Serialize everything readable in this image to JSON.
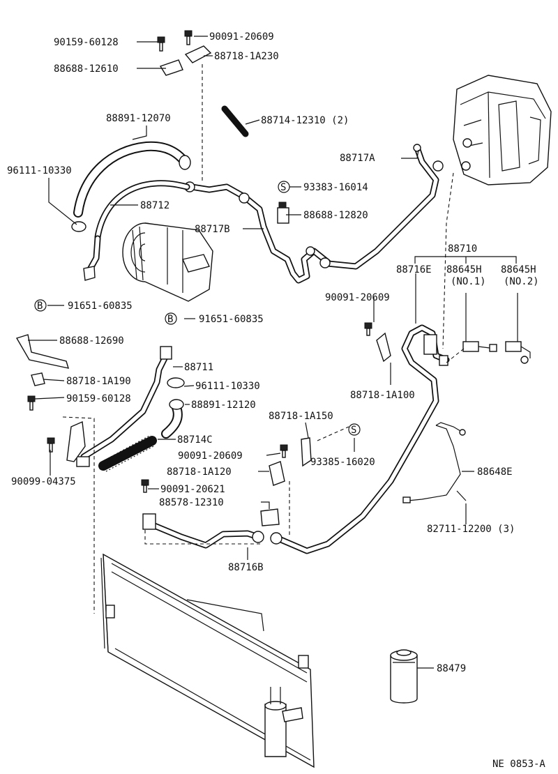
{
  "labels": {
    "p90159_60128_top": "90159-60128",
    "p90091_20609_top": "90091-20609",
    "p88718_1A230": "88718-1A230",
    "p88688_12610": "88688-12610",
    "p88891_12070": "88891-12070",
    "p88714_12310": "88714-12310 (2)",
    "p96111_10330_top": "96111-10330",
    "p88717A": "88717A",
    "p88712": "88712",
    "p93383_16014": "93383-16014",
    "p88688_12820": "88688-12820",
    "p88717B": "88717B",
    "p88710": "88710",
    "p88716E": "88716E",
    "p88645H_1": "88645H",
    "p88645H_1_sub": "(NO.1)",
    "p88645H_2": "88645H",
    "p88645H_2_sub": "(NO.2)",
    "p91651_60835_a": "91651-60835",
    "p90091_20609_mid": "90091-20609",
    "p91651_60835_b": "91651-60835",
    "p88688_12690": "88688-12690",
    "p88711": "88711",
    "p88718_1A190": "88718-1A190",
    "p96111_10330_mid": "96111-10330",
    "p90159_60128_mid": "90159-60128",
    "p88718_1A100": "88718-1A100",
    "p88891_12120": "88891-12120",
    "p88718_1A150": "88718-1A150",
    "p88714C": "88714C",
    "p90091_20609_low": "90091-20609",
    "p93385_16020": "93385-16020",
    "p90099_04375": "90099-04375",
    "p88718_1A120": "88718-1A120",
    "p88648E": "88648E",
    "p90091_20621": "90091-20621",
    "p88578_12310": "88578-12310",
    "p82711_12200": "82711-12200 (3)",
    "p88716B": "88716B",
    "p88479": "88479",
    "marker_B": "B",
    "marker_S": "S",
    "figure_code": "NE 0853-A"
  },
  "icons": {
    "bolt": "bolt-icon",
    "clamp": "clamp-icon",
    "circle_marker": "circle-marker-icon"
  }
}
